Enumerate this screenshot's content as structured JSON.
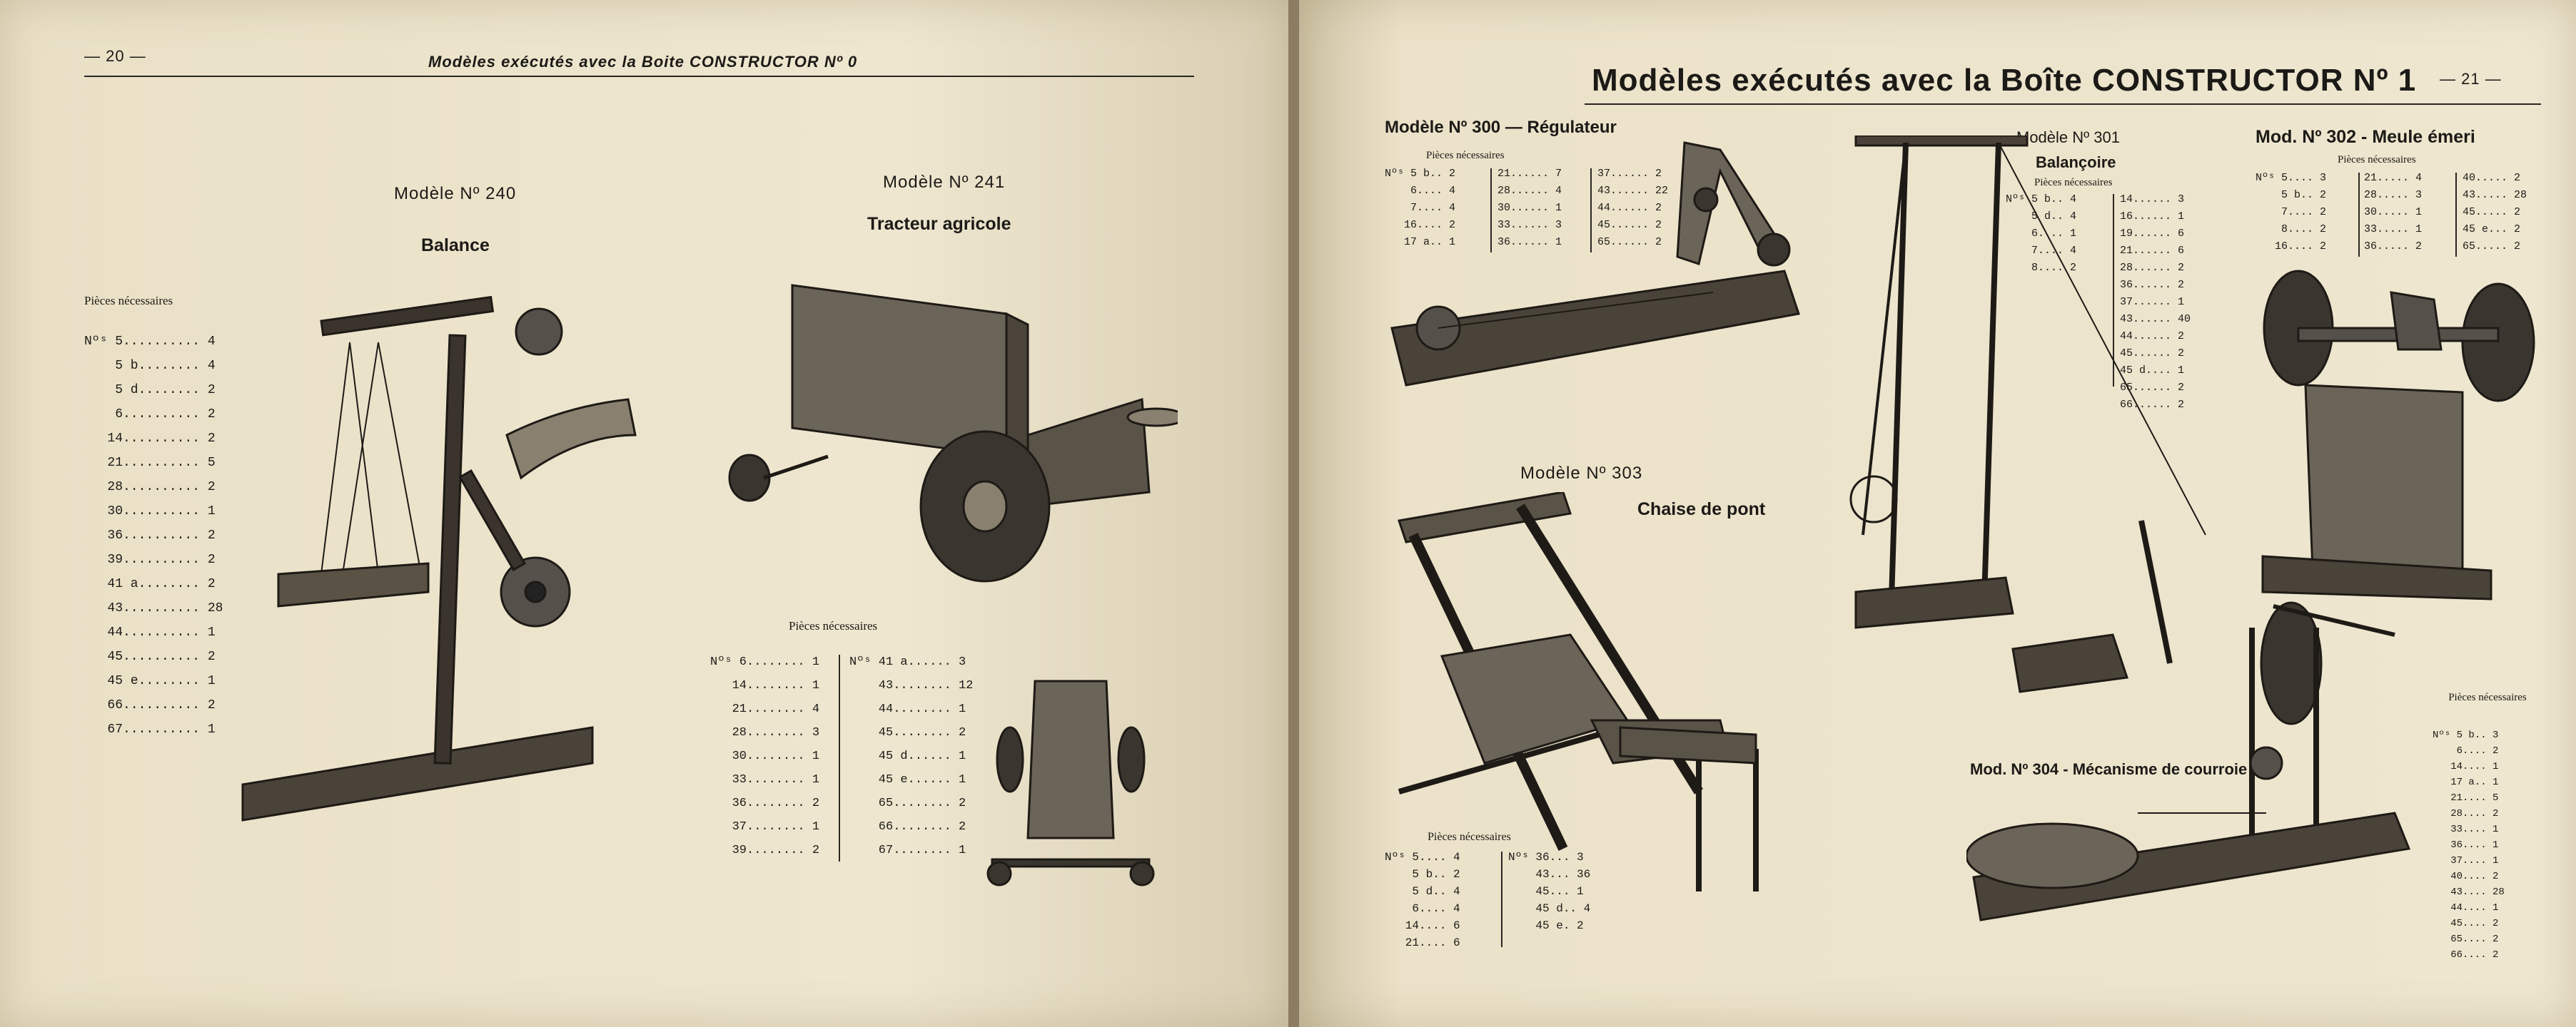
{
  "left_page": {
    "page_number": "— 20 —",
    "header": "Modèles exécutés avec la Boite CONSTRUCTOR Nº 0",
    "model_240": {
      "title": "Modèle Nº 240",
      "subtitle": "Balance",
      "parts_label": "Pièces nécessaires",
      "parts": [
        "Nºˢ 5.......... 4",
        "    5 b........ 4",
        "    5 d........ 2",
        "    6.......... 2",
        "   14.......... 2",
        "   21.......... 5",
        "   28.......... 2",
        "   30.......... 1",
        "   36.......... 2",
        "   39.......... 2",
        "   41 a........ 2",
        "   43.......... 28",
        "   44.......... 1",
        "   45.......... 2",
        "   45 e........ 1",
        "   66.......... 2",
        "   67.......... 1"
      ]
    },
    "model_241": {
      "title": "Modèle Nº 241",
      "subtitle": "Tracteur agricole",
      "parts_label": "Pièces nécessaires",
      "parts_col1": [
        "Nºˢ 6........ 1",
        "   14........ 1",
        "   21........ 4",
        "   28........ 3",
        "   30........ 1",
        "   33........ 1",
        "   36........ 2",
        "   37........ 1",
        "   39........ 2"
      ],
      "parts_col2": [
        "Nºˢ 41 a...... 3",
        "    43........ 12",
        "    44........ 1",
        "    45........ 2",
        "    45 d...... 1",
        "    45 e...... 1",
        "    65........ 2",
        "    66........ 2",
        "    67........ 1"
      ]
    }
  },
  "right_page": {
    "page_number": "— 21 —",
    "header": "Modèles exécutés avec la Boîte CONSTRUCTOR Nº 1",
    "model_300": {
      "title": "Modèle Nº 300 — Régulateur",
      "parts_label": "Pièces nécessaires",
      "col1": [
        "Nºˢ 5 b.. 2",
        "    6.... 4",
        "    7.... 4",
        "   16.... 2",
        "   17 a.. 1"
      ],
      "col2": [
        "21...... 7",
        "28...... 4",
        "30...... 1",
        "33...... 3",
        "36...... 1"
      ],
      "col3": [
        "37...... 2",
        "43...... 22",
        "44...... 2",
        "45...... 2",
        "65...... 2"
      ]
    },
    "model_301": {
      "title": "Modèle Nº 301",
      "subtitle": "Balançoire",
      "parts_label": "Pièces nécessaires",
      "col1": [
        "Nºˢ 5 b.. 4",
        "    5 d.. 4",
        "    6.... 1",
        "    7.... 4",
        "    8.... 2"
      ],
      "col2": [
        "14...... 3",
        "16...... 1",
        "19...... 6",
        "21...... 6",
        "28...... 2",
        "36...... 2",
        "37...... 1",
        "43...... 40",
        "44...... 2",
        "45...... 2",
        "45 d.... 1",
        "65...... 2",
        "66...... 2"
      ]
    },
    "model_302": {
      "title": "Mod. Nº 302 - Meule émeri",
      "parts_label": "Pièces nécessaires",
      "col1": [
        "Nºˢ 5.... 3",
        "    5 b.. 2",
        "    7.... 2",
        "    8.... 2",
        "   16.... 2"
      ],
      "col2": [
        "21..... 4",
        "28..... 3",
        "30..... 1",
        "33..... 1",
        "36..... 2"
      ],
      "col3": [
        "40..... 2",
        "43..... 28",
        "45..... 2",
        "45 e... 2",
        "65..... 2"
      ]
    },
    "model_303": {
      "title": "Modèle Nº 303",
      "subtitle": "Chaise de pont",
      "parts_label": "Pièces nécessaires",
      "col1": [
        "Nºˢ 5.... 4",
        "    5 b.. 2",
        "    5 d.. 4",
        "    6.... 4",
        "   14.... 6",
        "   21.... 6"
      ],
      "col2": [
        "Nºˢ 36... 3",
        "    43... 36",
        "    45... 1",
        "    45 d.. 4",
        "    45 e. 2"
      ]
    },
    "model_304": {
      "title": "Mod. Nº 304 - Mécanisme de courroie",
      "parts_label": "Pièces nécessaires",
      "parts": [
        "Nºˢ 5 b.. 3",
        "    6.... 2",
        "   14.... 1",
        "   17 a.. 1",
        "   21.... 5",
        "   28.... 2",
        "   33.... 1",
        "   36.... 1",
        "   37.... 1",
        "   40.... 2",
        "   43.... 28",
        "   44.... 1",
        "   45.... 2",
        "   65.... 2",
        "   66.... 2"
      ]
    }
  }
}
